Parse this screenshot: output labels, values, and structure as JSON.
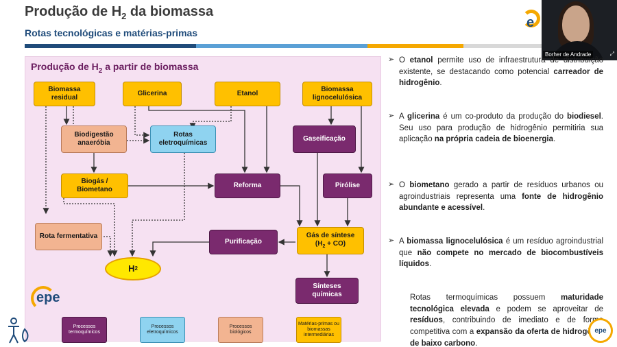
{
  "header": {
    "title_pre": "Produção de H",
    "title_sub": "2",
    "title_post": " da biomassa",
    "subtitle": "Rotas tecnológicas e matérias-primas",
    "color_bar": [
      "#1f4b7a",
      "#5aa0d6",
      "#f5a800",
      "#e0e0e0"
    ]
  },
  "webcam": {
    "name": "Borher de Andrade"
  },
  "diagram": {
    "title_pre": "Produção de H",
    "title_sub": "2",
    "title_post": " a partir de biomassa",
    "nodes": {
      "biomassa_residual": "Biomassa residual",
      "glicerina": "Glicerina",
      "etanol": "Etanol",
      "biomassa_ligno": "Biomassa lignocelulósica",
      "biodigestao": "Biodigestão anaeróbia",
      "rotas_eletro": "Rotas eletroquímicas",
      "gaseificacao": "Gaseificação",
      "biogas": "Biogás / Biometano",
      "reforma": "Reforma",
      "pirolise": "Pirólise",
      "rota_ferm": "Rota fermentativa",
      "purificacao": "Purificação",
      "gas_sintese_1": "Gás de síntese",
      "gas_sintese_2": "(H",
      "gas_sintese_sub": "2",
      "gas_sintese_3": " + CO)",
      "h2_main": "H",
      "h2_sub": "2",
      "sinteses": "Sínteses químicas"
    },
    "legend": [
      "Processos termoquímicos",
      "Processos eletroquímicos",
      "Processos biológicos",
      "Matérias-primas ou biomassas intermediárias"
    ],
    "logo": "epe"
  },
  "bullets": [
    {
      "pre": "O ",
      "b1": "etanol",
      "mid": " permite uso de infraestrutura de distribuição existente, se destacando como potencial ",
      "b2": "carreador de hidrogênio",
      "post": "."
    },
    {
      "pre": "A ",
      "b1": "glicerina",
      "mid": " é um co-produto da produção do ",
      "b2": "biodiesel",
      "post": ". Seu uso para produção de hidrogênio permitiria sua aplicação ",
      "b3": "na própria cadeia de bioenergia",
      "post2": "."
    },
    {
      "pre": "O ",
      "b1": "biometano",
      "mid": " gerado a partir de resíduos urbanos ou agroindustriais representa uma ",
      "b2": "fonte de hidrogênio abundante e acessível",
      "post": "."
    },
    {
      "pre": "A ",
      "b1": "biomassa lignocelulósica",
      "mid": " é um resíduo agroindustrial que ",
      "b2": "não compete no mercado de biocombustíveis líquidos",
      "post": "."
    }
  ],
  "paragraph": {
    "pre": "Rotas termoquímicas possuem ",
    "b1": "maturidade tecnológica elevada",
    "mid1": " e podem se aproveitar de ",
    "b2": "resíduos",
    "mid2": ", contribuindo de imediato e de forma competitiva com a ",
    "b3": "expansão da oferta de hidrogênio de baixo carbono",
    "post": "."
  },
  "corner_logo": "epe"
}
